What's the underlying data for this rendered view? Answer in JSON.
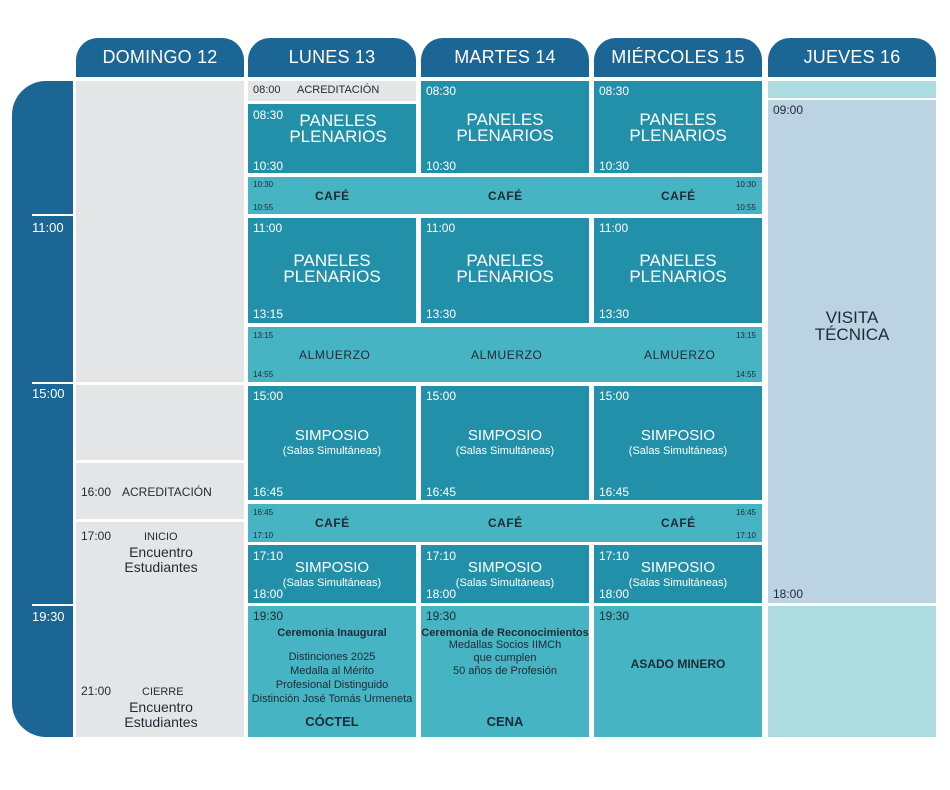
{
  "days": {
    "dom": "DOMINGO 12",
    "lun": "LUNES 13",
    "mar": "MARTES 14",
    "mie": "MIÉRCOLES 15",
    "jue": "JUEVES 16"
  },
  "rail": [
    "11:00",
    "15:00",
    "19:30"
  ],
  "lunes": {
    "acred_time": "08:00",
    "acred_label": "ACREDITACIÓN",
    "panel1_start": "08:30",
    "panel1_end": "10:30",
    "panel2_start": "11:00",
    "panel2_end": "13:15",
    "simp1_start": "15:00",
    "simp1_end": "16:45",
    "simp2_start": "17:10",
    "simp2_end": "18:00",
    "evening_time": "19:30",
    "ceremony": "Ceremonia Inaugural",
    "details": [
      "Distinciones 2025",
      "Medalla al Mérito",
      "Profesional Distinguido",
      "Distinción José Tomás Urmeneta"
    ],
    "closing": "CÓCTEL"
  },
  "martes": {
    "panel1_start": "08:30",
    "panel1_end": "10:30",
    "panel2_start": "11:00",
    "panel2_end": "13:30",
    "simp1_start": "15:00",
    "simp1_end": "16:45",
    "simp2_start": "17:10",
    "simp2_end": "18:00",
    "evening_time": "19:30",
    "ceremony": "Ceremonia de Reconocimientos",
    "details": [
      "Medallas Socios IIMCh",
      "que cumplen",
      "50 años de Profesión"
    ],
    "closing": "CENA"
  },
  "miercoles": {
    "panel1_start": "08:30",
    "panel1_end": "10:30",
    "panel2_start": "11:00",
    "panel2_end": "13:30",
    "simp1_start": "15:00",
    "simp1_end": "16:45",
    "simp2_start": "17:10",
    "simp2_end": "18:00",
    "evening_time": "19:30",
    "evening_title": "ASADO MINERO"
  },
  "jueves": {
    "start": "09:00",
    "end": "18:00",
    "title_l1": "VISITA",
    "title_l2": "TÉCNICA"
  },
  "domingo": {
    "acred_time": "16:00",
    "acred_label": "ACREDITACIÓN",
    "start_time": "17:00",
    "start_label": "INICIO",
    "end_time": "21:00",
    "end_label": "CIERRE",
    "event_l1": "Encuentro",
    "event_l2": "Estudiantes"
  },
  "labels": {
    "paneles": "PANELES",
    "plenarios": "PLENARIOS",
    "simposio": "SIMPOSIO",
    "salas": "(Salas Simultáneas)",
    "cafe": "CAFÉ",
    "almuerzo": "ALMUERZO"
  },
  "cafe1": {
    "start": "10:30",
    "end": "10:55"
  },
  "almuerzo": {
    "start": "13:15",
    "end": "14:55"
  },
  "cafe2": {
    "start": "16:45",
    "end": "17:10"
  },
  "colors": {
    "header": "#1b6694",
    "dark_block": "#2290a8",
    "mid_block": "#46b4c3",
    "gray_block": "#e4e5e7",
    "pale_block": "#bcd3e4",
    "aqua_block": "#acdbe0"
  }
}
